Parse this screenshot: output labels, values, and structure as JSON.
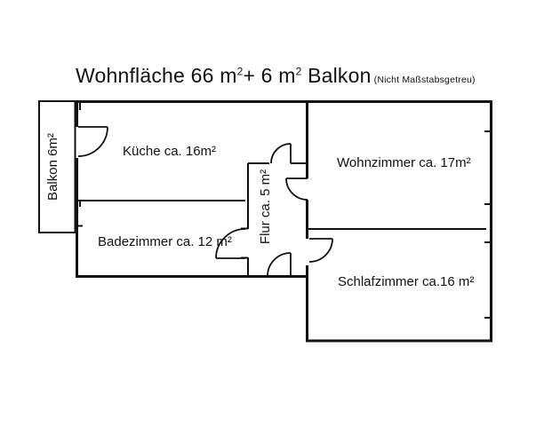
{
  "title": {
    "parts": [
      "Wohnfläche 66 m",
      "2",
      "+ 6 m",
      "2",
      " Balkon"
    ],
    "note": "(Nicht Maßstabsgetreu)"
  },
  "rooms": {
    "balkon": {
      "label": "Balkon 6m²",
      "area_m2": 6
    },
    "kueche": {
      "label": "Küche ca. 16m²",
      "area_m2": 16
    },
    "wohnzimmer": {
      "label": "Wohnzimmer ca. 17m²",
      "area_m2": 17
    },
    "badezimmer": {
      "label": "Badezimmer ca. 12 m²",
      "area_m2": 12
    },
    "flur": {
      "label": "Flur ca. 5 m²",
      "area_m2": 5
    },
    "schlafzimmer": {
      "label": "Schlafzimmer ca.16 m²",
      "area_m2": 16
    }
  },
  "totals": {
    "wohnflaeche_m2": 66,
    "balkon_m2": 6
  },
  "colors": {
    "line": "#111111",
    "background": "#ffffff"
  }
}
